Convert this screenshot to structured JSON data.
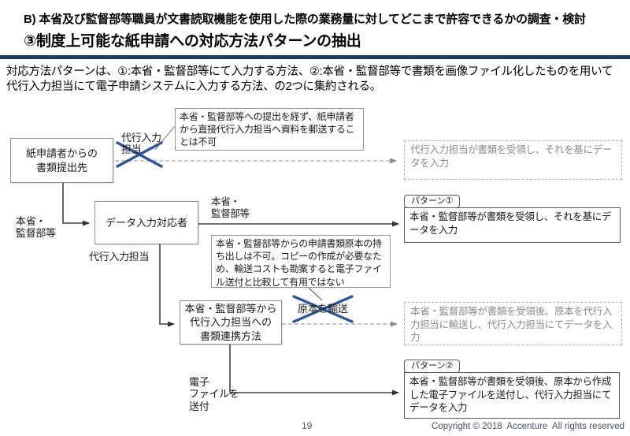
{
  "header": {
    "line1": "B) 本省及び監督部等職員が文書読取機能を使用した際の業務量に対してどこまで許容できるかの調査・検討",
    "line2": "③制度上可能な紙申請への対応方法パターンの抽出"
  },
  "intro": {
    "text": "対応方法パターンは、①:本省・監督部等にて入力する方法、②:本省・監督部等で書類を画像ファイル化したものを用いて代行入力担当にて電子申請システムに入力する方法、の2つに集約される。"
  },
  "diagram": {
    "boxes": {
      "paper_submit": "紙申請者からの\n書類提出先",
      "data_input": "データ入力対応者",
      "linkage": "本省・監督部等から\n代行入力担当への\n書類連携方法"
    },
    "callouts": {
      "no_direct_mail": "本省・監督部等への提出を経ず、紙申請者から直接代行入力担当へ資料を郵送することは不可",
      "no_original_transport": "本省・監督部等からの申請書類原本の持ち出しは不可。コピーの作成が必要なため、輸送コストも勘案すると電子ファイル送付と比較して有用ではない"
    },
    "labels": {
      "proxy_input_top": "代行入力\n担当",
      "ministry_left": "本省・\n監督部等",
      "ministry_mid": "本省・\n監督部等",
      "proxy_input_mid": "代行入力担当",
      "original_transport": "原本を輸送",
      "electronic_file": "電子\nファイルを\n送付"
    },
    "rejected": {
      "one": "代行入力担当が書類を受領し、それを基にデータを入力",
      "two": "本省・監督部等が書類を受領後、原本を代行入力担当に輸送し、代行入力担当にてデータを入力"
    },
    "patterns": {
      "p1_label": "パターン①",
      "p1_body": "本省・監督部等が書類を受領し、それを基にデータを入力",
      "p2_label": "パターン②",
      "p2_body": "本省・監督部等が書類を受領後、原本から作成した電子ファイルを送付し、代行入力担当にてデータを入力"
    }
  },
  "footer": {
    "page": "19",
    "copyright": "Copyright © 2018  Accenture  All rights reserved"
  },
  "colors": {
    "header_rule": "#1F3864",
    "cross_mark": "#2F5597",
    "rejected_gray": "#8C8C8C",
    "connector_dark": "#404040",
    "connector_gray": "#A6A6A6"
  }
}
